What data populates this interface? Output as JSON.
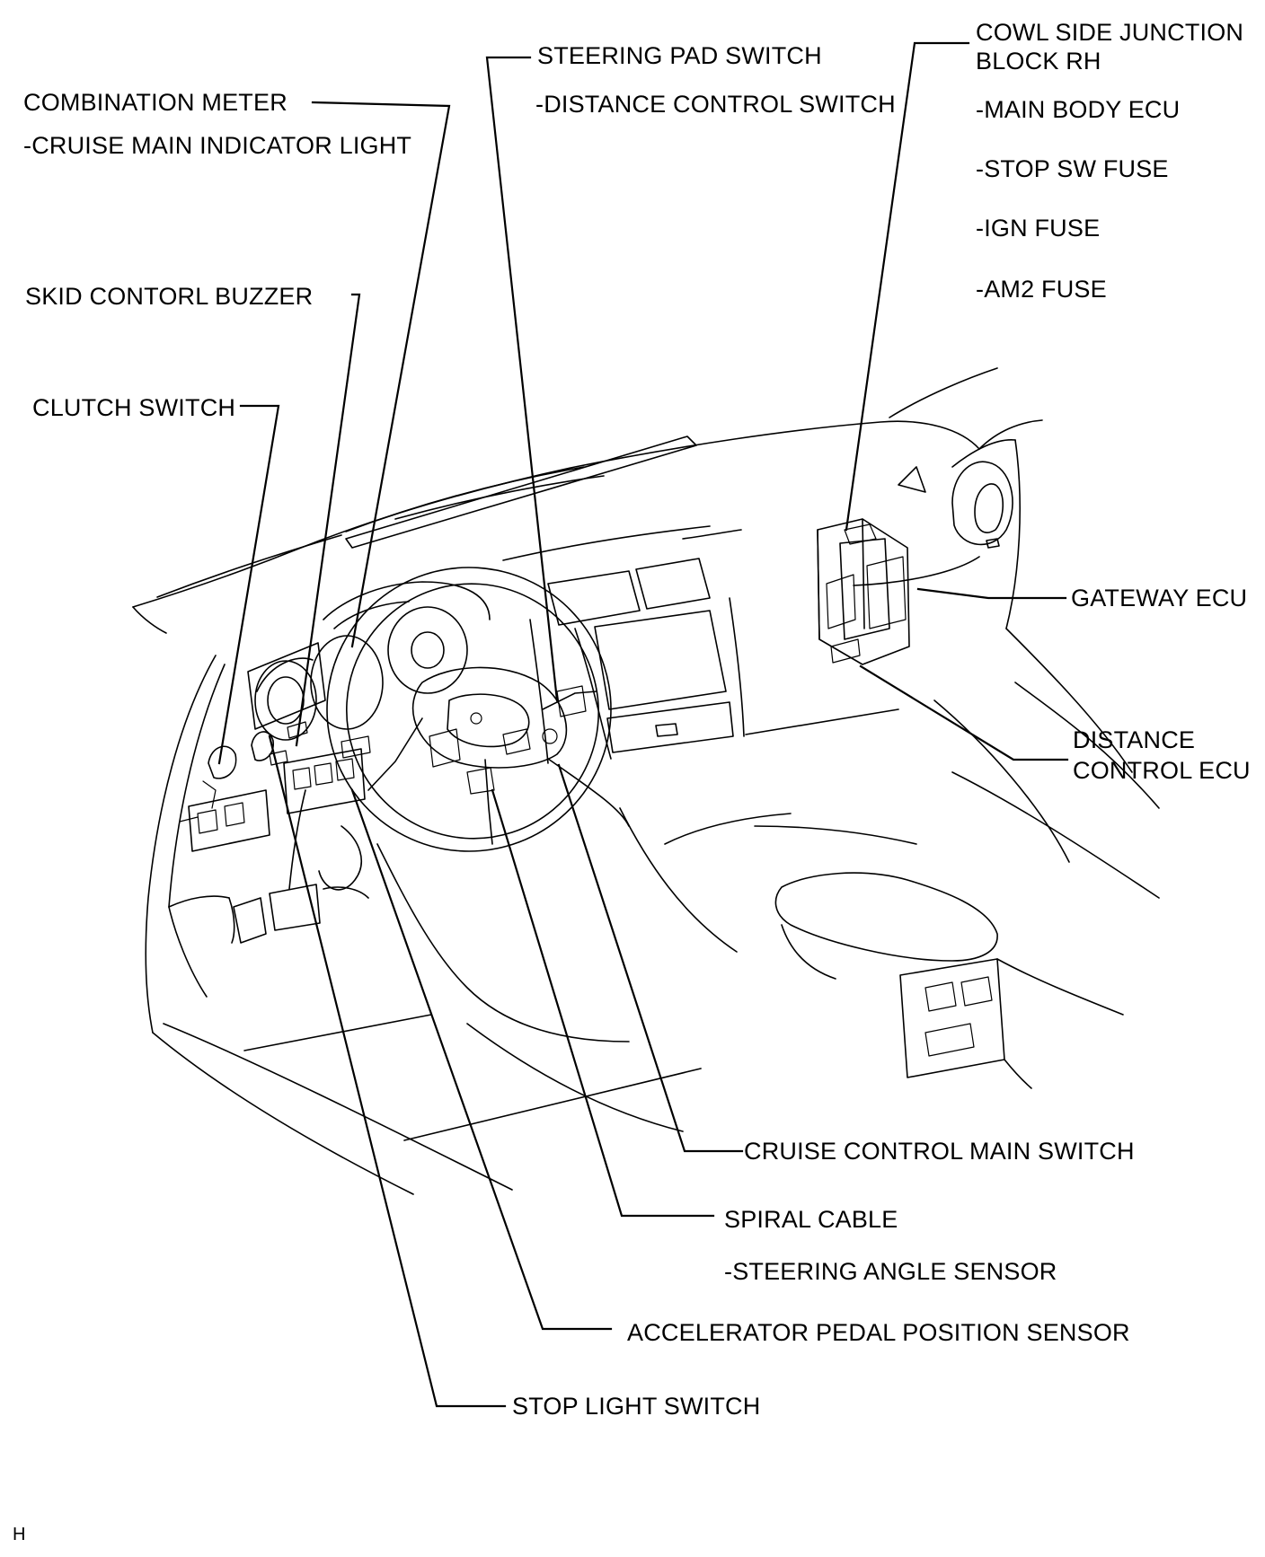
{
  "labels": {
    "combination_meter": {
      "title": "COMBINATION METER",
      "items": [
        "-CRUISE MAIN INDICATOR LIGHT"
      ]
    },
    "skid_control_buzzer": {
      "title": "SKID CONTORL BUZZER"
    },
    "clutch_switch": {
      "title": "CLUTCH SWITCH"
    },
    "steering_pad_switch": {
      "title": "STEERING PAD SWITCH",
      "items": [
        "-DISTANCE CONTROL SWITCH"
      ]
    },
    "cowl_side_junction_block": {
      "title_line1": "COWL SIDE JUNCTION",
      "title_line2": "BLOCK RH",
      "items": [
        "-MAIN BODY ECU",
        "-STOP SW FUSE",
        "-IGN FUSE",
        "-AM2 FUSE"
      ]
    },
    "gateway_ecu": {
      "title": "GATEWAY ECU"
    },
    "distance_control_ecu": {
      "title_line1": "DISTANCE",
      "title_line2": "CONTROL ECU"
    },
    "cruise_control_main_switch": {
      "title": "CRUISE CONTROL MAIN SWITCH"
    },
    "spiral_cable": {
      "title": "SPIRAL CABLE",
      "items": [
        "-STEERING ANGLE SENSOR"
      ]
    },
    "accelerator_pedal_position_sensor": {
      "title": "ACCELERATOR PEDAL POSITION SENSOR"
    },
    "stop_light_switch": {
      "title": "STOP LIGHT SWITCH"
    }
  },
  "footer": {
    "mark": "H"
  }
}
